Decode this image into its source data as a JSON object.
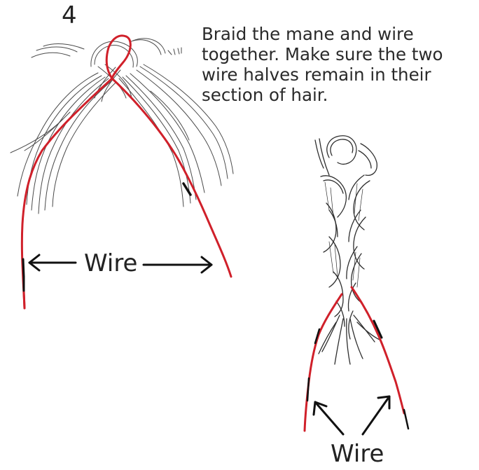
{
  "step": {
    "number": "4"
  },
  "instruction": {
    "text": "Braid the mane and wire together. Make sure the two wire halves remain in their section of hair."
  },
  "labels": {
    "left_wire": "Wire",
    "right_wire": "Wire"
  },
  "colors": {
    "wire": "#d0202a",
    "hair": "#3a3a3a",
    "text": "#222222"
  }
}
